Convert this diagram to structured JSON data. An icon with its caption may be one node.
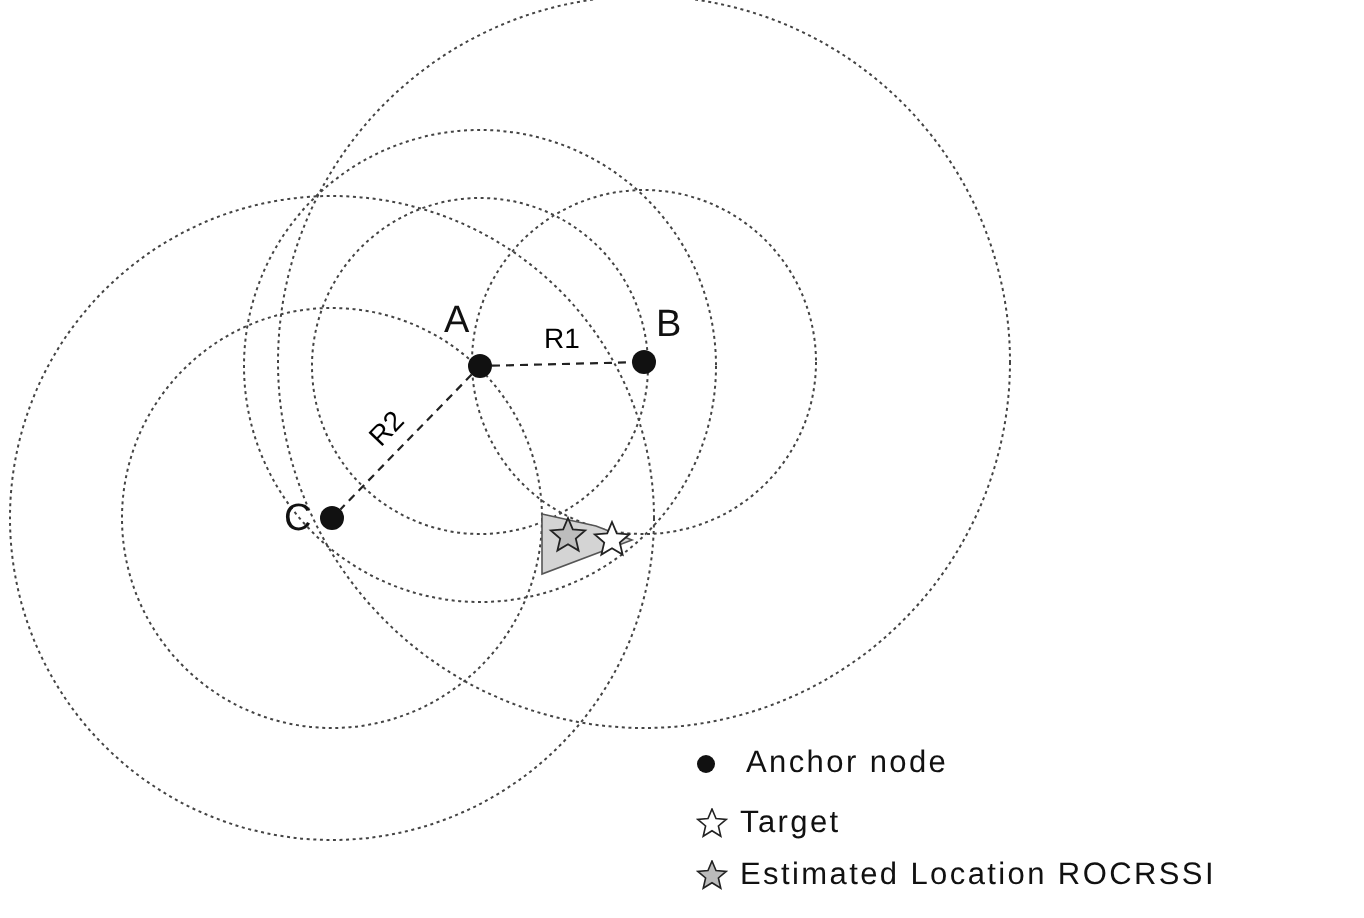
{
  "diagram": {
    "nodes": [
      {
        "text": [
          "A"
        ]
      },
      {
        "text": [
          "B"
        ]
      },
      {
        "text": [
          "C"
        ]
      },
      {
        "text": [],
        "shape": "star"
      },
      {
        "text": [],
        "shape": "star"
      }
    ],
    "edges": [
      {
        "from": 0,
        "to": 1,
        "arrow": "none",
        "label": "R1",
        "style": "dashed"
      },
      {
        "from": 0,
        "to": 2,
        "arrow": "none",
        "label": "R2",
        "style": "dashed"
      }
    ],
    "legend": [
      {
        "text": "Anchor node"
      },
      {
        "text": "Target"
      },
      {
        "text": "Estimated Location ROCRSSI"
      }
    ]
  }
}
